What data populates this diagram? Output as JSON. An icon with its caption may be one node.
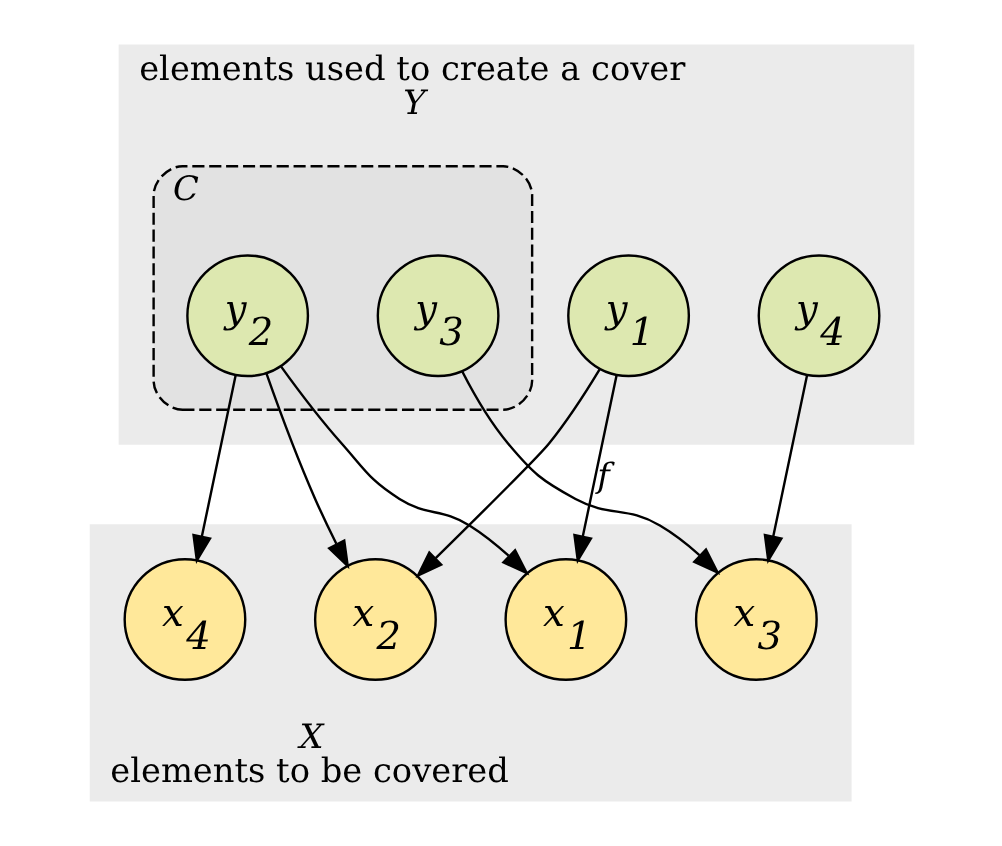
{
  "diagram": {
    "nodes": [
      {
        "text": [
          "elements used to create a cover",
          "Y"
        ]
      },
      {
        "text": [
          "C"
        ],
        "in": 0
      },
      {
        "text": [
          "y$_{1}$"
        ],
        "in": 0
      },
      {
        "text": [
          "y$_{2}$"
        ],
        "in": 1
      },
      {
        "text": [
          "y$_{3}$"
        ],
        "in": 1
      },
      {
        "text": [
          "y$_{4}$"
        ],
        "in": 0
      },
      {
        "text": [
          "X",
          "elements to be covered"
        ]
      },
      {
        "text": [
          "x$_{1}$"
        ],
        "in": 6
      },
      {
        "text": [
          "x$_{2}$"
        ],
        "in": 6
      },
      {
        "text": [
          "x$_{3}$"
        ],
        "in": 6
      },
      {
        "text": [
          "x$_{4}$"
        ],
        "in": 6
      }
    ],
    "edges": [
      {
        "from": 2,
        "to": 7,
        "arrow": "to",
        "label": "f"
      },
      {
        "from": 2,
        "to": 8,
        "arrow": "to"
      },
      {
        "from": 3,
        "to": 7,
        "arrow": "to"
      },
      {
        "from": 3,
        "to": 8,
        "arrow": "to"
      },
      {
        "from": 3,
        "to": 10,
        "arrow": "to"
      },
      {
        "from": 4,
        "to": 9,
        "arrow": "to"
      },
      {
        "from": 5,
        "to": 9,
        "arrow": "to"
      }
    ]
  }
}
